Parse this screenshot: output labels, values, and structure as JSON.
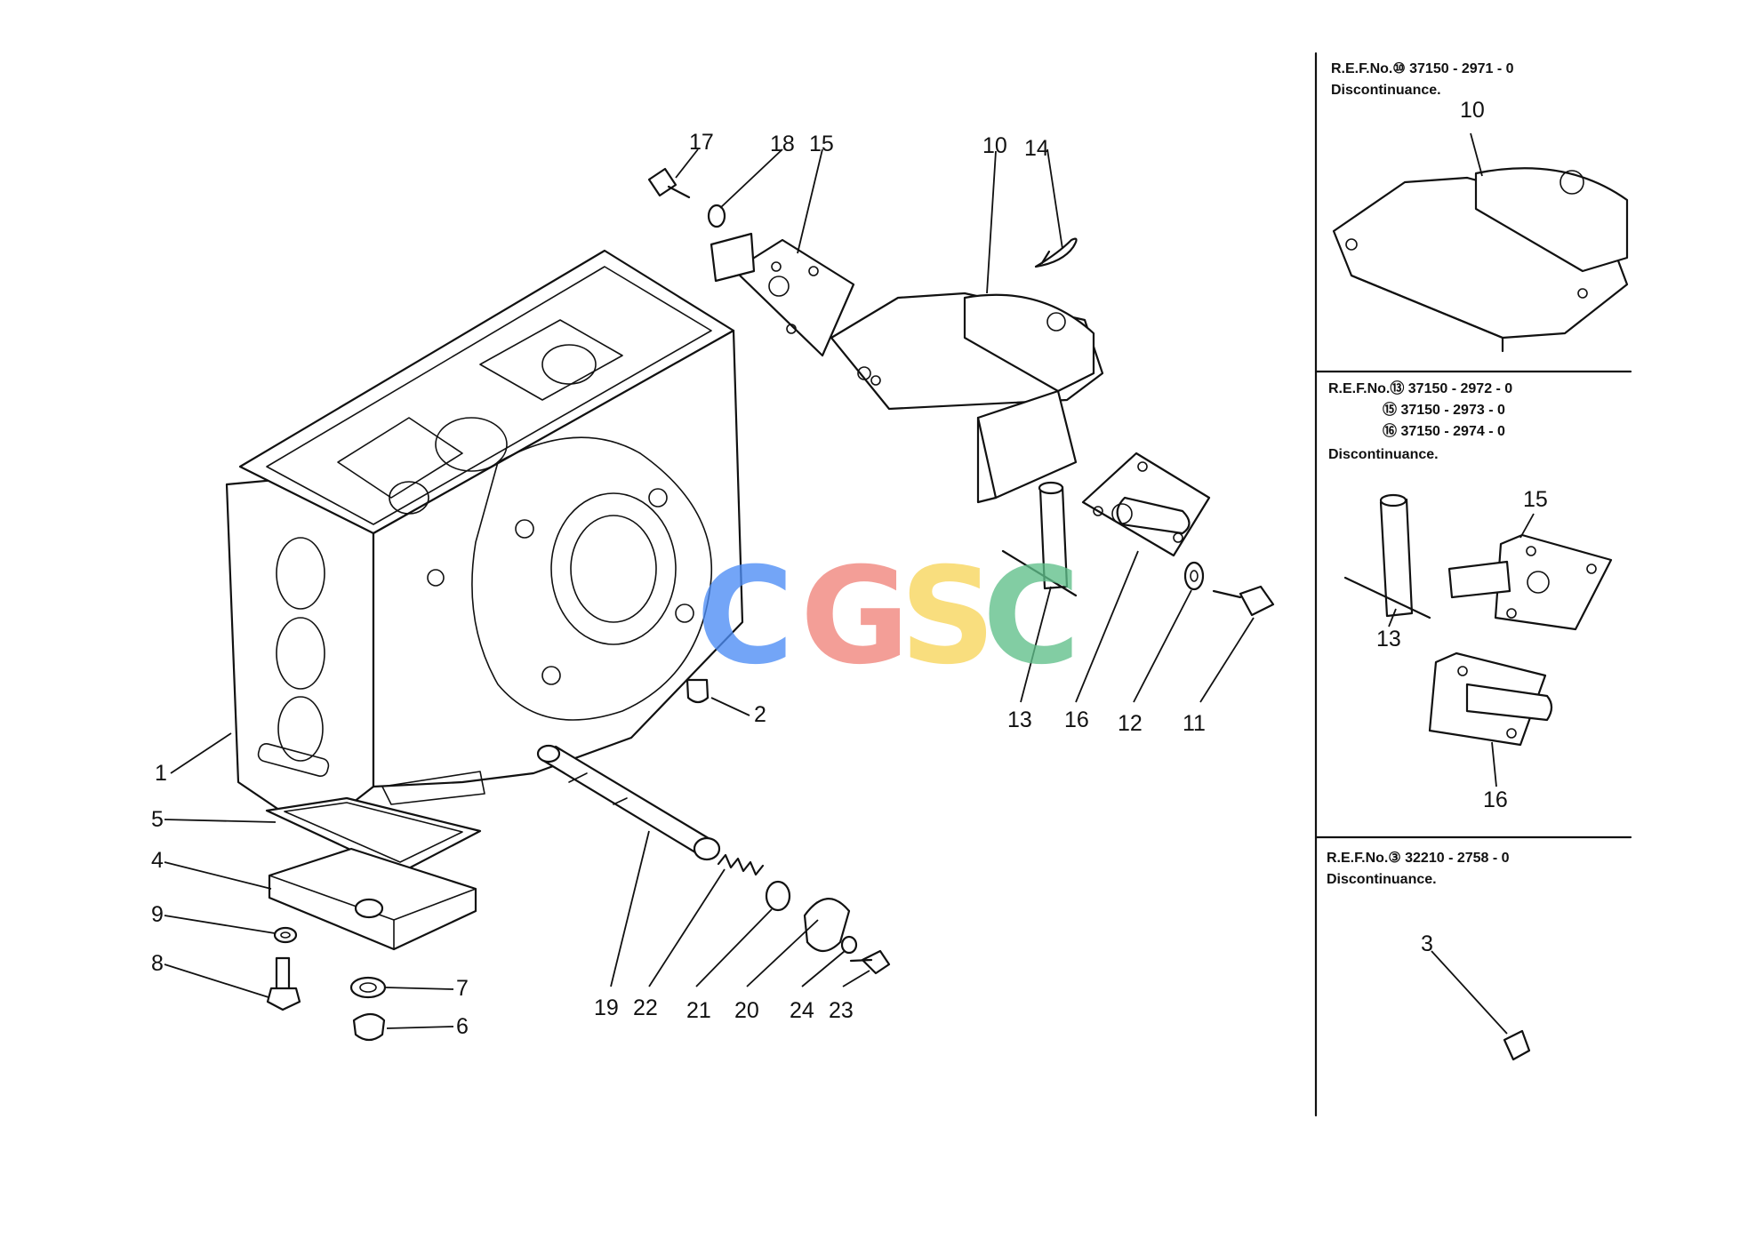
{
  "watermark": {
    "letters": [
      {
        "char": "C",
        "color": "#4d8df5"
      },
      {
        "char": "G",
        "color": "#f0837b"
      },
      {
        "char": "S",
        "color": "#f8d55a"
      },
      {
        "char": "C",
        "color": "#5fbf8a"
      }
    ]
  },
  "callouts": [
    "1",
    "2",
    "3",
    "4",
    "5",
    "6",
    "7",
    "8",
    "9",
    "10",
    "11",
    "12",
    "13",
    "14",
    "15",
    "16",
    "17",
    "18",
    "19",
    "20",
    "21",
    "22",
    "23",
    "24"
  ],
  "side_panel": {
    "note1": {
      "ref": "R.E.F.No.⑩ 37150 - 2971 - 0",
      "status": "Discontinuance."
    },
    "note2": {
      "ref_lines": [
        "R.E.F.No.⑬ 37150 - 2972 - 0",
        "⑮ 37150 - 2973 - 0",
        "⑯ 37150 - 2974 - 0"
      ],
      "status": "Discontinuance."
    },
    "note3": {
      "ref": "R.E.F.No.③ 32210 - 2758 - 0",
      "status": "Discontinuance."
    },
    "labels": {
      "p10": "10",
      "p13": "13",
      "p15": "15",
      "p16": "16",
      "p3": "3"
    }
  }
}
